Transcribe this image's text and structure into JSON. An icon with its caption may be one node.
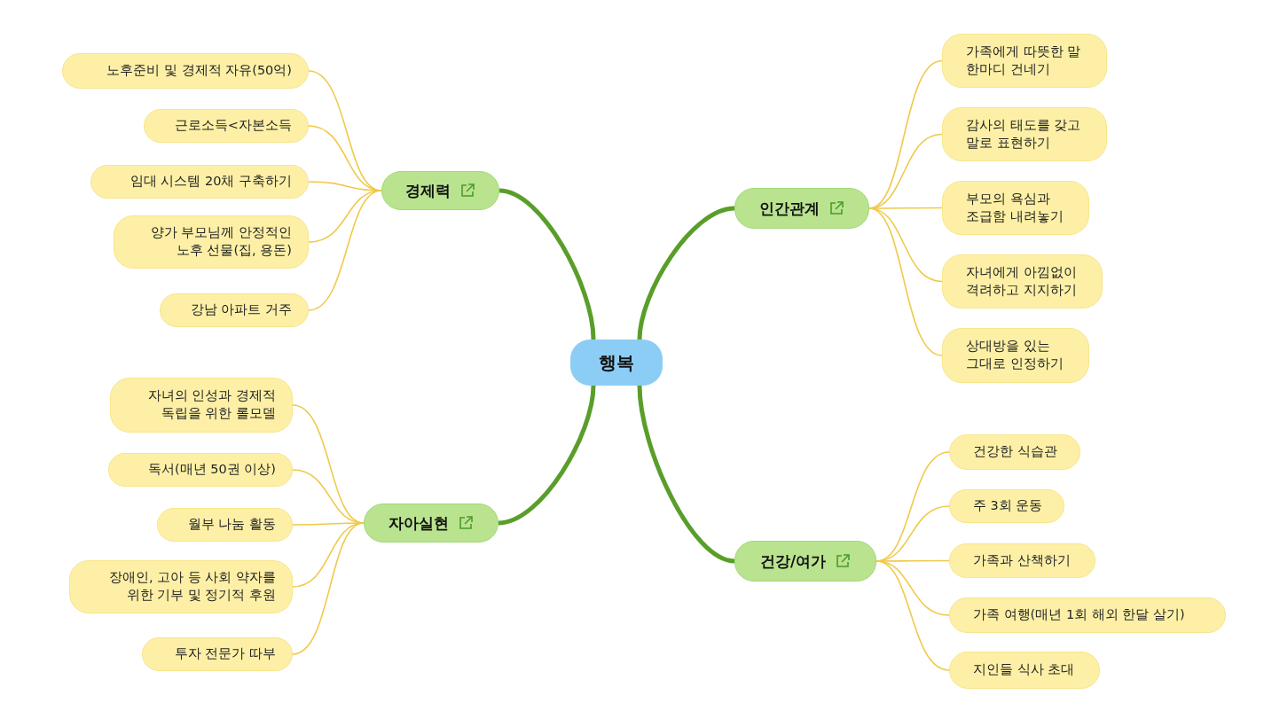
{
  "diagram": {
    "nodes": [
      {
        "text": [
          "행복"
        ]
      },
      {
        "text": [
          "경제력"
        ]
      },
      {
        "text": [
          "노후준비 및 경제적 자유(50억)"
        ]
      },
      {
        "text": [
          "근로소득<자본소득"
        ]
      },
      {
        "text": [
          "임대 시스템 20채 구축하기"
        ]
      },
      {
        "text": [
          "양가 부모님께 안정적인 노후 선물(집, 용돈)"
        ]
      },
      {
        "text": [
          "강남 아파트 거주"
        ]
      },
      {
        "text": [
          "인간관계"
        ]
      },
      {
        "text": [
          "가족에게 따뜻한 말 한마디 건네기"
        ]
      },
      {
        "text": [
          "감사의 태도를 갖고 말로 표현하기"
        ]
      },
      {
        "text": [
          "부모의 욕심과 조급함 내려놓기"
        ]
      },
      {
        "text": [
          "자녀에게 아낌없이 격려하고 지지하기"
        ]
      },
      {
        "text": [
          "상대방을 있는 그대로 인정하기"
        ]
      },
      {
        "text": [
          "자아실현"
        ]
      },
      {
        "text": [
          "자녀의 인성과 경제적 독립을 위한 롤모델"
        ]
      },
      {
        "text": [
          "독서(매년 50권 이상)"
        ]
      },
      {
        "text": [
          "월부 나눔 활동"
        ]
      },
      {
        "text": [
          "장애인, 고아 등 사회 약자를 위한 기부 및 정기적 후원"
        ]
      },
      {
        "text": [
          "투자 전문가 따부"
        ]
      },
      {
        "text": [
          "건강/여가"
        ]
      },
      {
        "text": [
          "건강한 식습관"
        ]
      },
      {
        "text": [
          "주 3회 운동"
        ]
      },
      {
        "text": [
          "가족과 산책하기"
        ]
      },
      {
        "text": [
          "가족 여행(매년 1회 해외 한달 살기)"
        ]
      },
      {
        "text": [
          "지인들 식사 초대"
        ]
      }
    ],
    "edges": [
      {
        "from": 0,
        "to": 1,
        "arrow": "none",
        "style": "thick",
        "color": "#5a9e2a"
      },
      {
        "from": 0,
        "to": 7,
        "arrow": "none",
        "style": "thick",
        "color": "#5a9e2a"
      },
      {
        "from": 0,
        "to": 13,
        "arrow": "none",
        "style": "thick",
        "color": "#5a9e2a"
      },
      {
        "from": 0,
        "to": 19,
        "arrow": "none",
        "style": "thick",
        "color": "#5a9e2a"
      },
      {
        "from": 1,
        "to": 2,
        "arrow": "none"
      },
      {
        "from": 1,
        "to": 3,
        "arrow": "none"
      },
      {
        "from": 1,
        "to": 4,
        "arrow": "none"
      },
      {
        "from": 1,
        "to": 5,
        "arrow": "none"
      },
      {
        "from": 1,
        "to": 6,
        "arrow": "none"
      },
      {
        "from": 7,
        "to": 8,
        "arrow": "none"
      },
      {
        "from": 7,
        "to": 9,
        "arrow": "none"
      },
      {
        "from": 7,
        "to": 10,
        "arrow": "none"
      },
      {
        "from": 7,
        "to": 11,
        "arrow": "none"
      },
      {
        "from": 7,
        "to": 12,
        "arrow": "none"
      },
      {
        "from": 13,
        "to": 14,
        "arrow": "none"
      },
      {
        "from": 13,
        "to": 15,
        "arrow": "none"
      },
      {
        "from": 13,
        "to": 16,
        "arrow": "none"
      },
      {
        "from": 13,
        "to": 17,
        "arrow": "none"
      },
      {
        "from": 13,
        "to": 18,
        "arrow": "none"
      },
      {
        "from": 19,
        "to": 20,
        "arrow": "none"
      },
      {
        "from": 19,
        "to": 21,
        "arrow": "none"
      },
      {
        "from": 19,
        "to": 22,
        "arrow": "none"
      },
      {
        "from": 19,
        "to": 23,
        "arrow": "none"
      },
      {
        "from": 19,
        "to": 24,
        "arrow": "none"
      }
    ]
  }
}
